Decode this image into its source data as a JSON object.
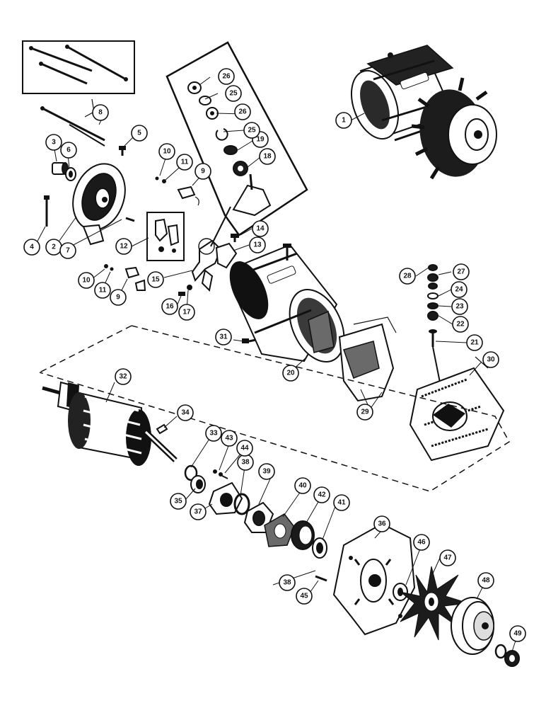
{
  "callouts": {
    "c1": "1",
    "c2": "2",
    "c3": "3",
    "c4": "4",
    "c5": "5",
    "c6": "6",
    "c7": "7",
    "c8": "8",
    "c9a": "9",
    "c9b": "9",
    "c10a": "10",
    "c10b": "10",
    "c11a": "11",
    "c11b": "11",
    "c12": "12",
    "c13": "13",
    "c14": "14",
    "c15": "15",
    "c16": "16",
    "c17": "17",
    "c18": "18",
    "c19": "19",
    "c20": "20",
    "c21": "21",
    "c22": "22",
    "c23": "23",
    "c24": "24",
    "c25a": "25",
    "c25b": "25",
    "c26a": "26",
    "c26b": "26",
    "c27": "27",
    "c28": "28",
    "c29": "29",
    "c30": "30",
    "c31": "31",
    "c32": "32",
    "c33": "33",
    "c34": "34",
    "c35": "35",
    "c36": "36",
    "c37": "37",
    "c38a": "38",
    "c38b": "38",
    "c39": "39",
    "c40": "40",
    "c41": "41",
    "c42": "42",
    "c43": "43",
    "c44": "44",
    "c45": "45",
    "c46": "46",
    "c47": "47",
    "c48": "48",
    "c49": "49"
  }
}
